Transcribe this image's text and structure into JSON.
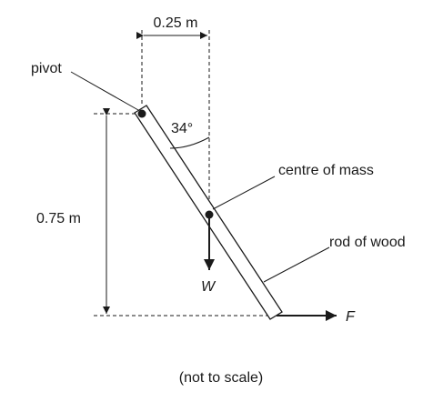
{
  "labels": {
    "horizontal_distance": "0.25 m",
    "pivot": "pivot",
    "angle": "34°",
    "centre_of_mass": "centre of mass",
    "vertical_distance": "0.75 m",
    "rod": "rod of wood",
    "weight": "W",
    "force": "F",
    "caption": "(not to scale)"
  }
}
